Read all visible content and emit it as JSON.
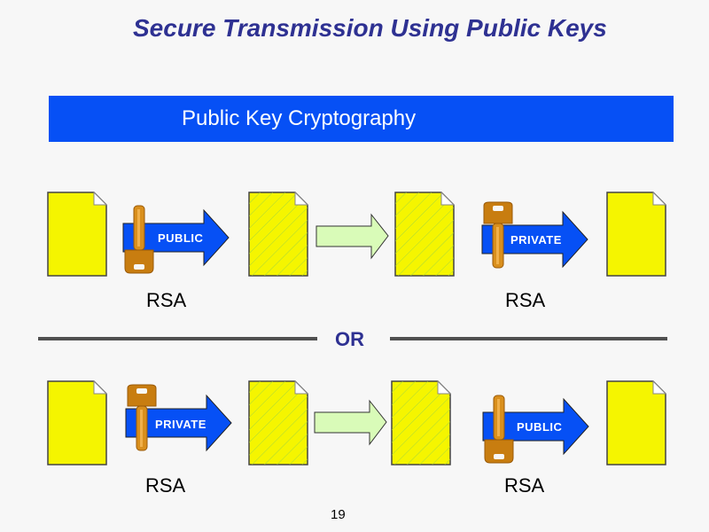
{
  "title": "Secure Transmission Using Public Keys",
  "banner": "Public Key Cryptography",
  "separator_label": "OR",
  "page_number": "19",
  "colors": {
    "title": "#2e3192",
    "banner": "#0650f5",
    "document": "#f5f500",
    "encrypt_arrow": "#0650f5",
    "transfer_arrow": "#d9fbb8",
    "key": "#c87d10"
  },
  "rows": [
    {
      "encrypt": {
        "key_label": "PUBLIC",
        "algorithm": "RSA"
      },
      "decrypt": {
        "key_label": "PRIVATE",
        "algorithm": "RSA"
      }
    },
    {
      "encrypt": {
        "key_label": "PRIVATE",
        "algorithm": "RSA"
      },
      "decrypt": {
        "key_label": "PUBLIC",
        "algorithm": "RSA"
      }
    }
  ]
}
